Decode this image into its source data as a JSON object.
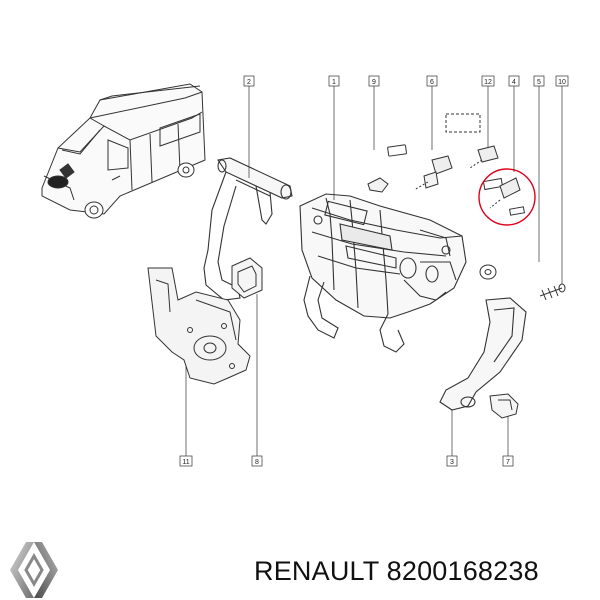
{
  "caption": {
    "brand": "RENAULT",
    "part_number": "8200168238"
  },
  "logo": {
    "icon": "renault-diamond-icon"
  },
  "callouts": [
    "1",
    "2",
    "3",
    "4",
    "5",
    "6",
    "7",
    "8",
    "9",
    "10",
    "11",
    "12"
  ],
  "highlight": {
    "color": "#e0001b",
    "icon": "highlight-circle"
  },
  "line_color": "#333333"
}
